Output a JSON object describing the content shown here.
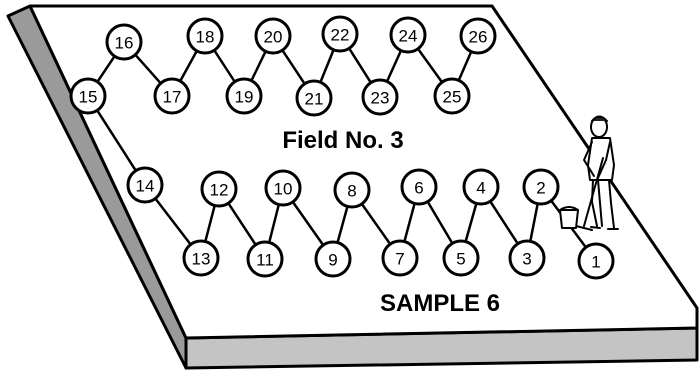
{
  "field_label": "Field No. 3",
  "sample_label": "SAMPLE 6",
  "points": [
    "1",
    "2",
    "3",
    "4",
    "5",
    "6",
    "7",
    "8",
    "9",
    "10",
    "11",
    "12",
    "13",
    "14",
    "15",
    "16",
    "17",
    "18",
    "19",
    "20",
    "21",
    "22",
    "23",
    "24",
    "25",
    "26"
  ],
  "figure": {
    "description_icon": "worker-with-mop-and-bucket-icon"
  },
  "colors": {
    "outline": "#000000",
    "top_surface": "#ffffff",
    "left_side": "#9a9a9a",
    "front_side": "#c4c4c4"
  }
}
